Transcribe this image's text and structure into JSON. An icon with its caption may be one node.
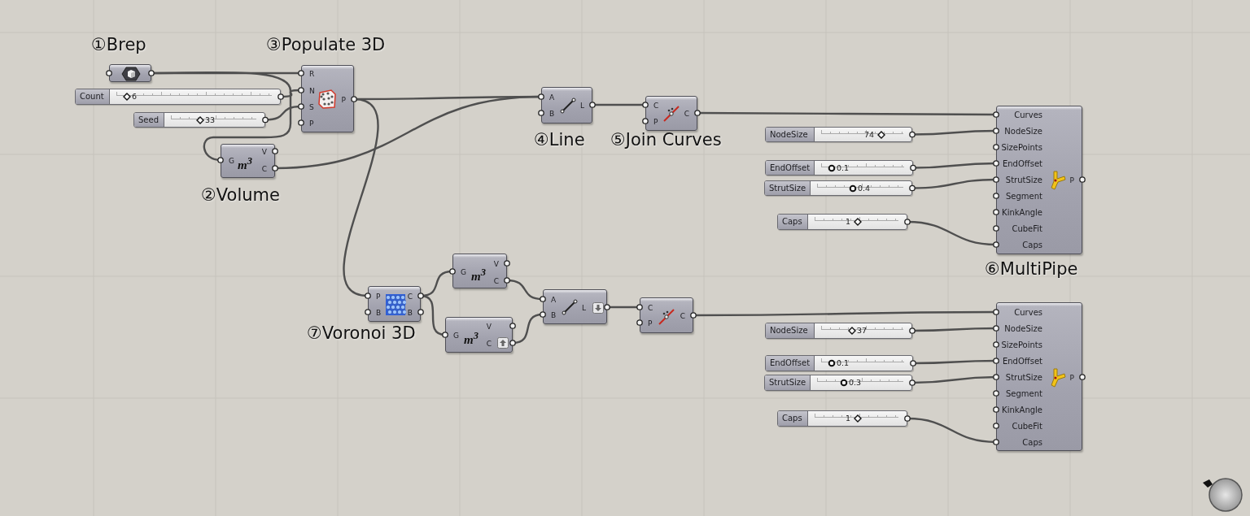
{
  "diagram": {
    "nodes": [
      {
        "text": [],
        "shape": "box",
        "beside": [
          "①Brep"
        ]
      },
      {
        "text": [
          "Count",
          "6"
        ]
      },
      {
        "text": [
          "Seed",
          "33"
        ]
      },
      {
        "text": [
          "R",
          "N",
          "S",
          "P",
          "P"
        ],
        "beside": [
          "③Populate 3D"
        ]
      },
      {
        "text": [
          "G",
          "V",
          "C",
          "m$^{3}$"
        ],
        "beside": [
          "②Volume"
        ]
      },
      {
        "text": [
          "A",
          "B",
          "L"
        ],
        "beside": [
          "④Line"
        ]
      },
      {
        "text": [
          "C",
          "P",
          "C"
        ],
        "beside": [
          "⑤Join Curves"
        ]
      },
      {
        "text": [
          "NodeSize",
          "74"
        ]
      },
      {
        "text": [
          "EndOffset",
          "0.1"
        ]
      },
      {
        "text": [
          "StrutSize",
          "0.4"
        ]
      },
      {
        "text": [
          "Caps",
          "1"
        ]
      },
      {
        "text": [
          "Curves",
          "NodeSize",
          "SizePoints",
          "EndOffset",
          "StrutSize",
          "Segment",
          "KinkAngle",
          "CubeFit",
          "Caps",
          "P"
        ],
        "beside": [
          "⑥MultiPipe"
        ]
      },
      {
        "text": [
          "P",
          "B",
          "C",
          "B"
        ],
        "beside": [
          "⑦Voronoi 3D"
        ]
      },
      {
        "text": [
          "G",
          "V",
          "C",
          "m$^{3}$"
        ]
      },
      {
        "text": [
          "G",
          "V",
          "C",
          "m$^{3}$"
        ]
      },
      {
        "text": [
          "A",
          "B",
          "L"
        ]
      },
      {
        "text": [
          "C",
          "P",
          "C"
        ]
      },
      {
        "text": [
          "NodeSize",
          "37"
        ]
      },
      {
        "text": [
          "EndOffset",
          "0.1"
        ]
      },
      {
        "text": [
          "StrutSize",
          "0.3"
        ]
      },
      {
        "text": [
          "Caps",
          "1"
        ]
      },
      {
        "text": [
          "Curves",
          "NodeSize",
          "SizePoints",
          "EndOffset",
          "StrutSize",
          "Segment",
          "KinkAngle",
          "CubeFit",
          "Caps",
          "P"
        ]
      }
    ],
    "edges": [
      {
        "from": 0,
        "to": 3,
        "arrow": "none"
      },
      {
        "from": 0,
        "to": 4,
        "arrow": "none"
      },
      {
        "from": 1,
        "to": 3,
        "arrow": "none"
      },
      {
        "from": 2,
        "to": 3,
        "arrow": "none"
      },
      {
        "from": 3,
        "to": 5,
        "arrow": "none"
      },
      {
        "from": 4,
        "to": 5,
        "arrow": "none"
      },
      {
        "from": 5,
        "to": 6,
        "arrow": "none"
      },
      {
        "from": 6,
        "to": 11,
        "arrow": "none"
      },
      {
        "from": 7,
        "to": 11,
        "arrow": "none"
      },
      {
        "from": 8,
        "to": 11,
        "arrow": "none"
      },
      {
        "from": 9,
        "to": 11,
        "arrow": "none"
      },
      {
        "from": 10,
        "to": 11,
        "arrow": "none"
      },
      {
        "from": 3,
        "to": 12,
        "arrow": "none"
      },
      {
        "from": 12,
        "to": 13,
        "arrow": "none"
      },
      {
        "from": 12,
        "to": 14,
        "arrow": "none"
      },
      {
        "from": 13,
        "to": 15,
        "arrow": "none"
      },
      {
        "from": 14,
        "to": 15,
        "arrow": "none"
      },
      {
        "from": 15,
        "to": 16,
        "arrow": "none"
      },
      {
        "from": 16,
        "to": 21,
        "arrow": "none"
      },
      {
        "from": 17,
        "to": 21,
        "arrow": "none"
      },
      {
        "from": 18,
        "to": 21,
        "arrow": "none"
      },
      {
        "from": 19,
        "to": 21,
        "arrow": "none"
      },
      {
        "from": 20,
        "to": 21,
        "arrow": "none"
      }
    ]
  }
}
